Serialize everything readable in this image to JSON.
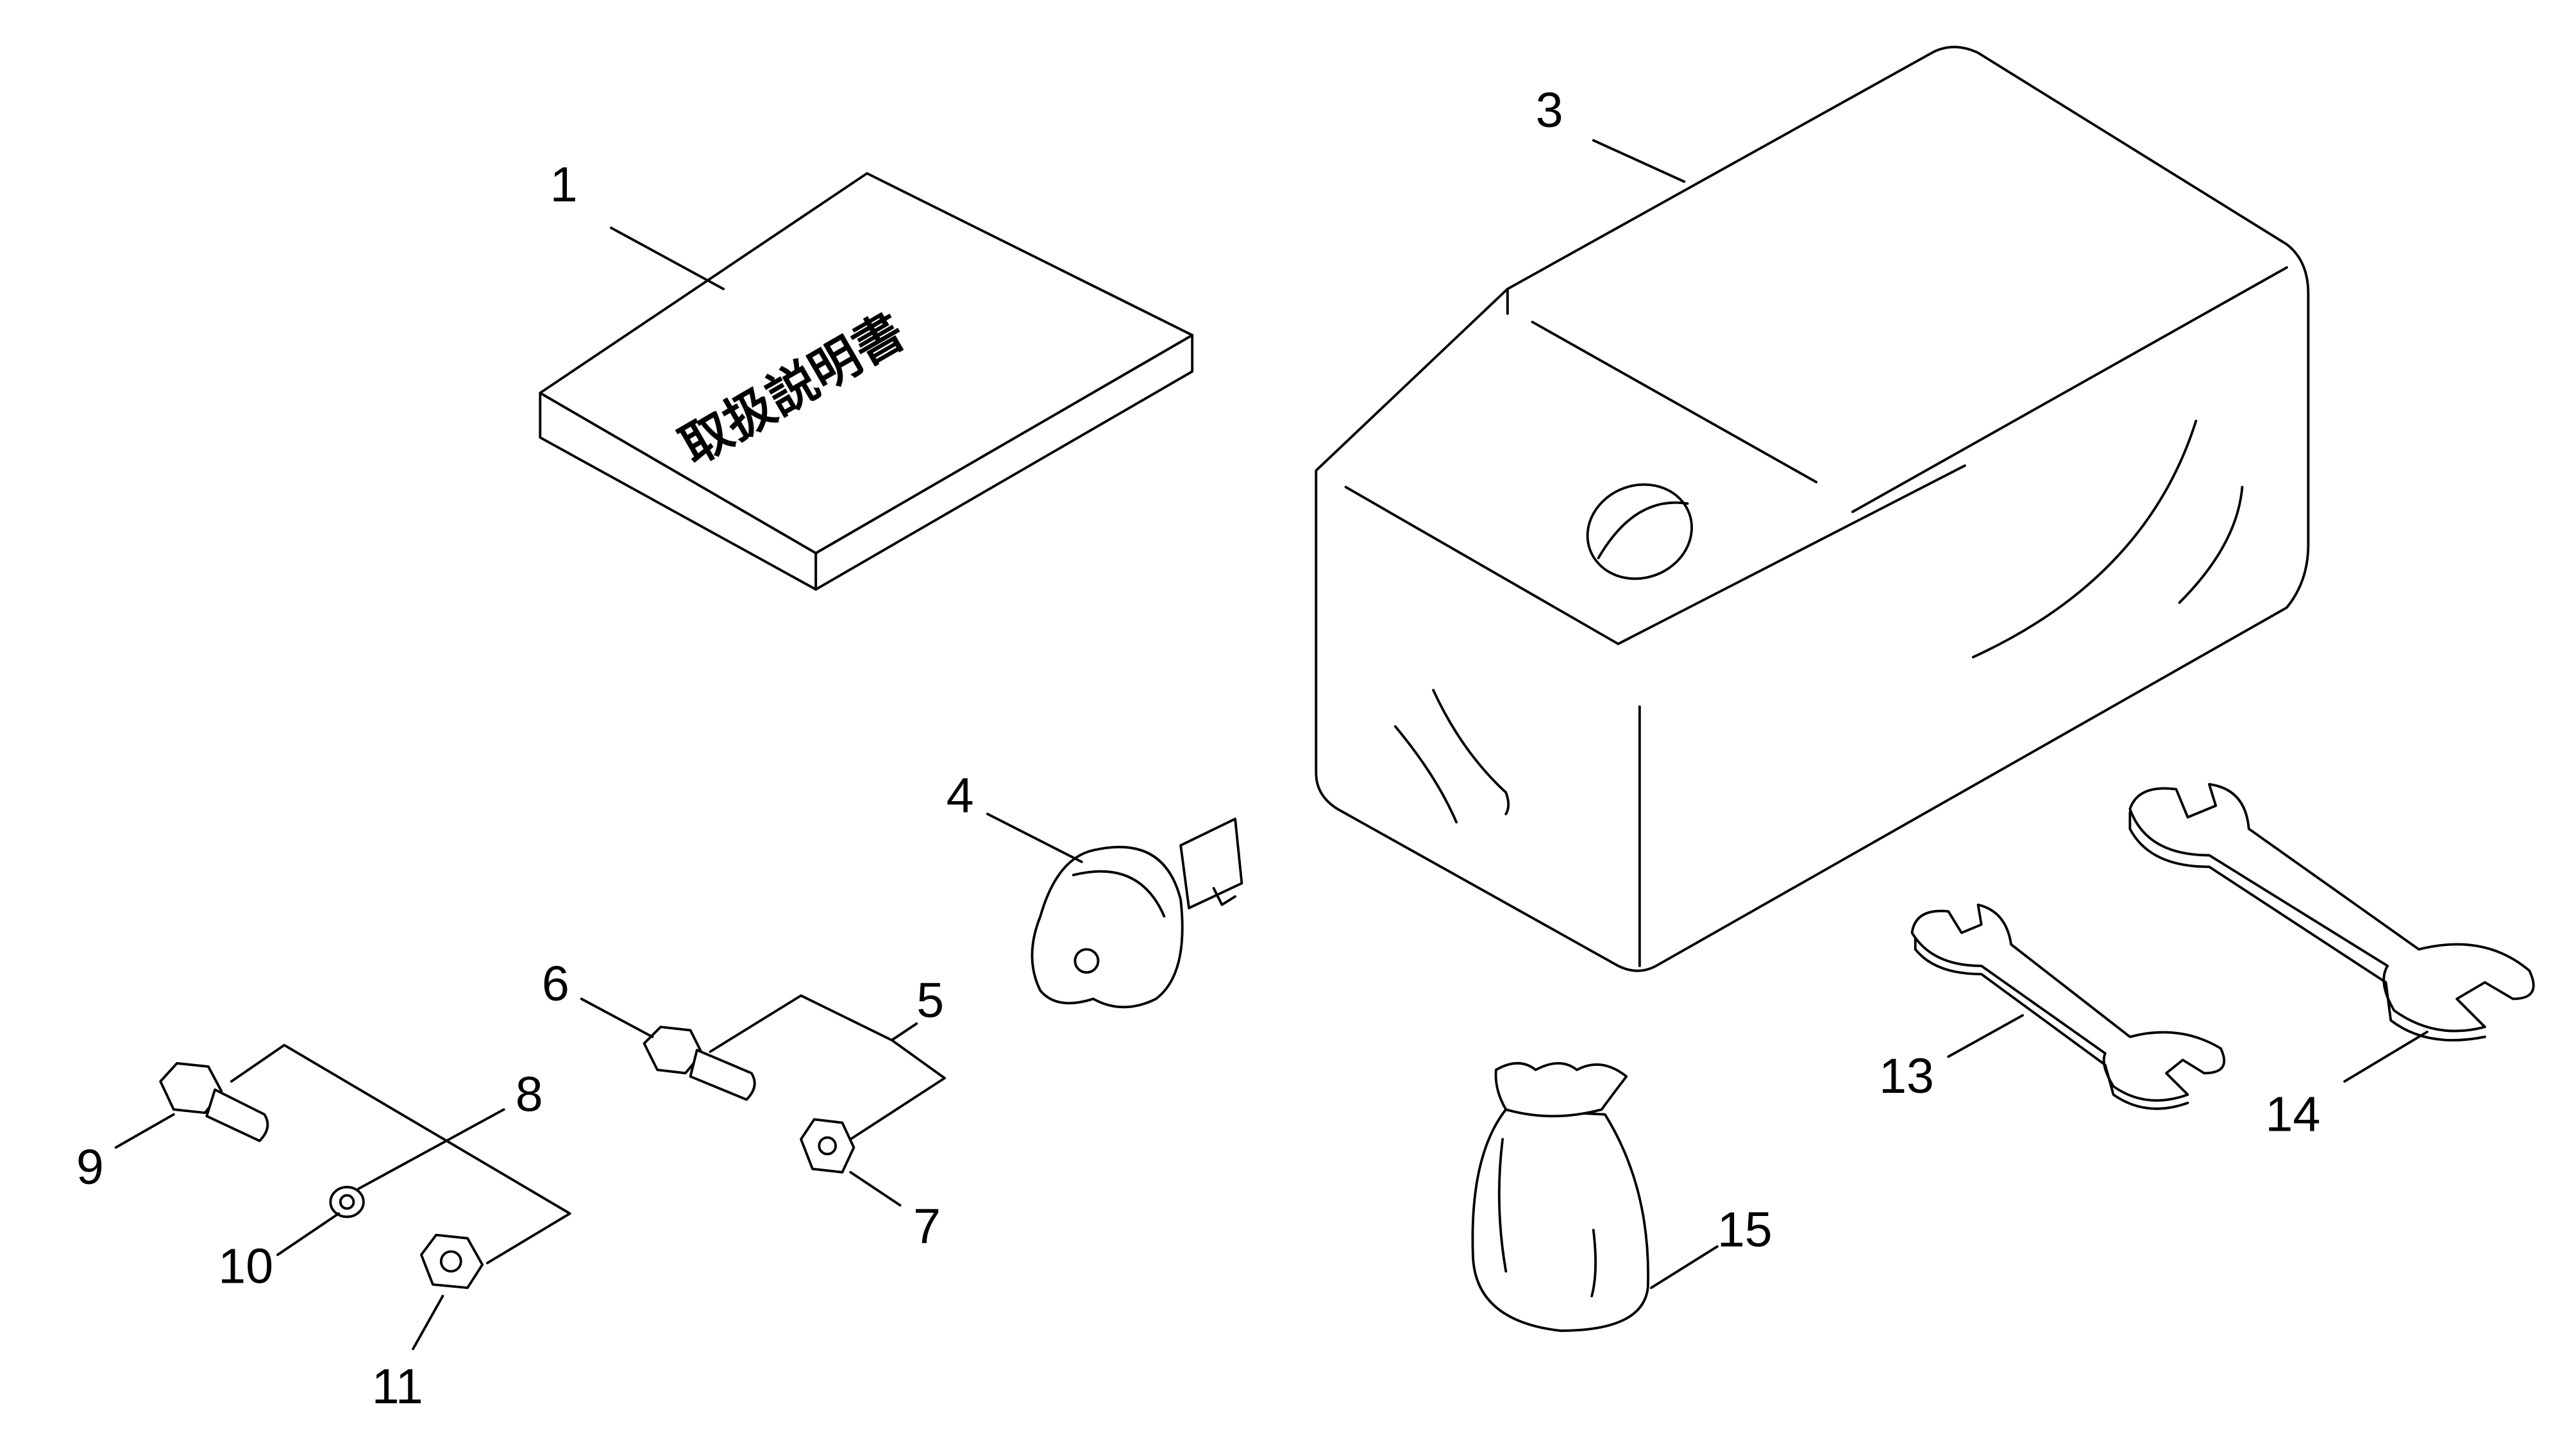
{
  "diagram": {
    "book_cover_text": "取扱説明書",
    "callouts": [
      {
        "id": "1",
        "label": "1"
      },
      {
        "id": "3",
        "label": "3"
      },
      {
        "id": "4",
        "label": "4"
      },
      {
        "id": "5",
        "label": "5"
      },
      {
        "id": "6",
        "label": "6"
      },
      {
        "id": "7",
        "label": "7"
      },
      {
        "id": "8",
        "label": "8"
      },
      {
        "id": "9",
        "label": "9"
      },
      {
        "id": "10",
        "label": "10"
      },
      {
        "id": "11",
        "label": "11"
      },
      {
        "id": "13",
        "label": "13"
      },
      {
        "id": "14",
        "label": "14"
      },
      {
        "id": "15",
        "label": "15"
      }
    ]
  }
}
